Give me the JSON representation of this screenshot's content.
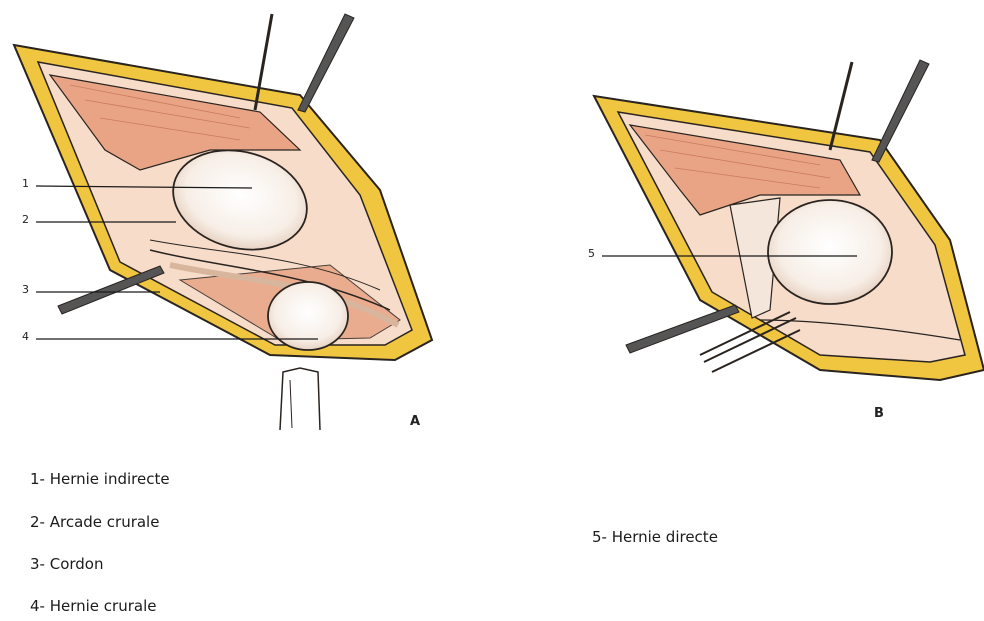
{
  "figures": [
    {
      "panel_label": "A"
    },
    {
      "panel_label": "B"
    }
  ],
  "callouts": [
    {
      "number": "1"
    },
    {
      "number": "2"
    },
    {
      "number": "3"
    },
    {
      "number": "4"
    },
    {
      "number": "5"
    }
  ],
  "legend": [
    {
      "text": "1- Hernie indirecte"
    },
    {
      "text": "2- Arcade crurale"
    },
    {
      "text": "3- Cordon"
    },
    {
      "text": "4- Hernie crurale"
    },
    {
      "text": "5- Hernie directe"
    }
  ],
  "colors": {
    "skin_yellow": "#f0c53f",
    "muscle_pink": "#e9a486",
    "tissue_light": "#f6dcc9",
    "sac_white": "#f9f1ea",
    "outline": "#2a2420"
  }
}
